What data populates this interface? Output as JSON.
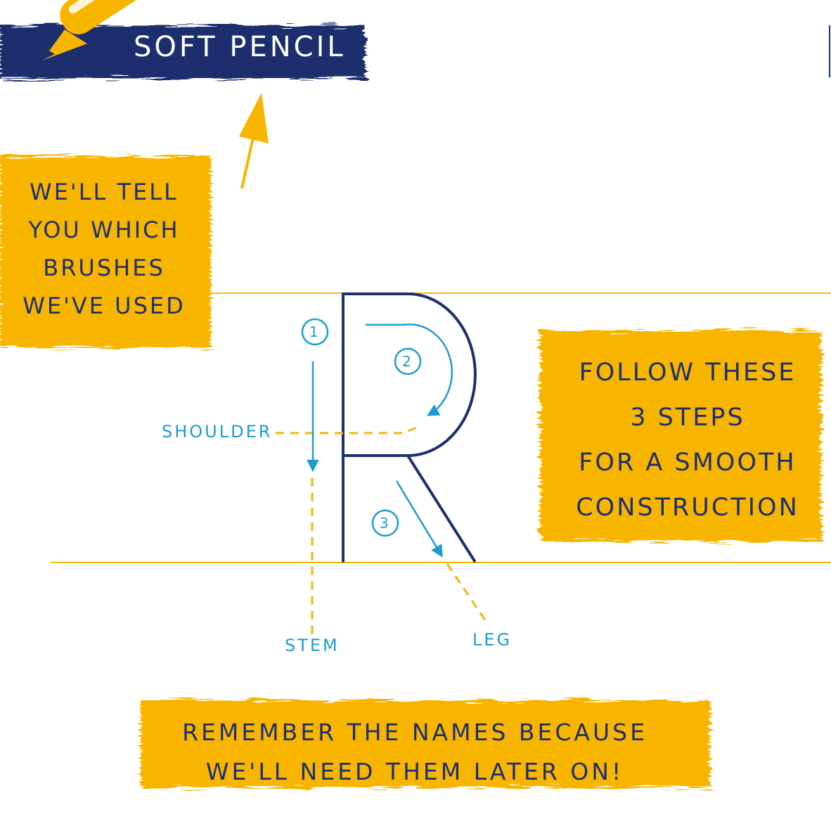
{
  "header": {
    "brush_label": "Soft Pencil"
  },
  "notes": {
    "brushes": [
      "We'll tell",
      "you which",
      "brushes",
      "we've used"
    ],
    "steps": [
      "Follow these",
      "3 steps",
      "for a smooth",
      "construction"
    ],
    "reminder": [
      "Remember the names because",
      "we'll need them later on!"
    ]
  },
  "diagram": {
    "letter": "R",
    "step_numbers": [
      "1",
      "2",
      "3"
    ],
    "labels": {
      "shoulder": "Shoulder",
      "stem": "Stem",
      "leg": "Leg"
    }
  },
  "colors": {
    "navy": "#1e2f6e",
    "yellow": "#f7b500",
    "blue": "#1b9ccf",
    "paper": "#ffffff"
  }
}
